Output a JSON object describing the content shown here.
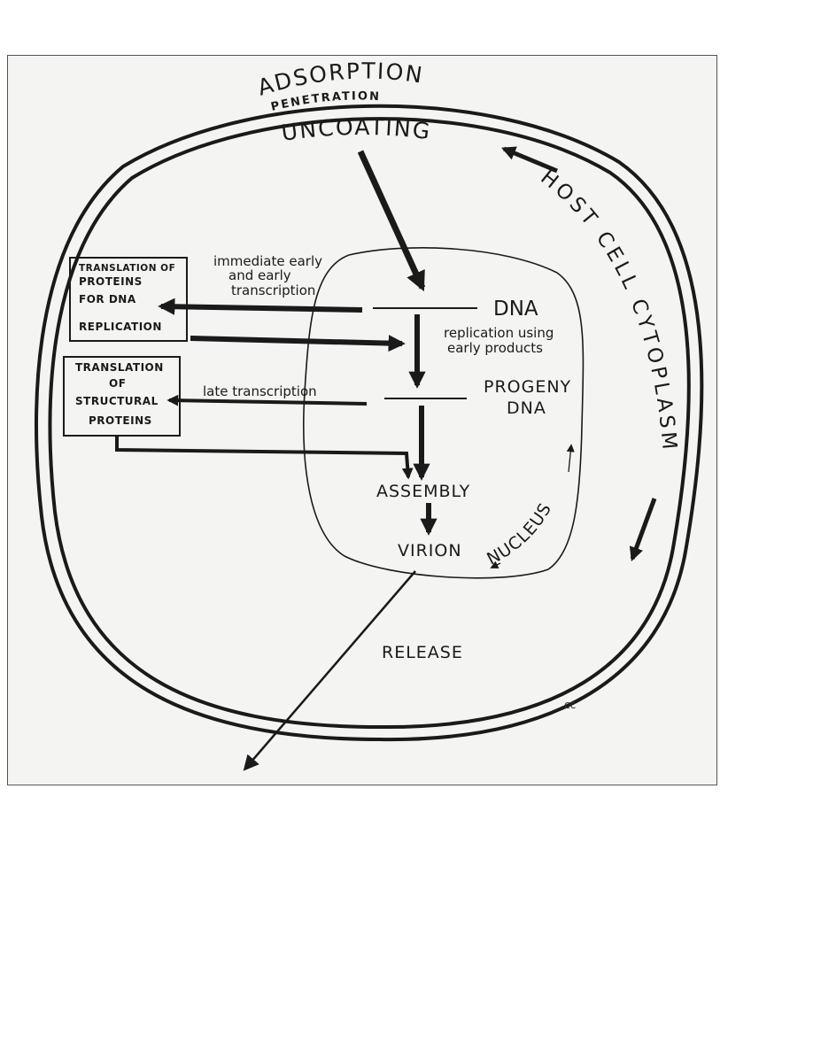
{
  "diagram": {
    "stages": {
      "adsorption": "ADSORPTION",
      "penetration": "PENETRATION",
      "uncoating": "UNCOATING",
      "assembly": "ASSEMBLY",
      "virion": "VIRION",
      "release": "RELEASE"
    },
    "regions": {
      "host_cell_cytoplasm": "HOST CELL CYTOPLASM",
      "nucleus": "NUCLEUS"
    },
    "nuclear_events": {
      "dna": "DNA",
      "replication_line1": "replication using",
      "replication_line2": "early products",
      "progeny_line1": "PROGENY",
      "progeny_line2": "DNA"
    },
    "transcription": {
      "early_line1": "immediate early",
      "early_line2": "and early",
      "early_line3": "transcription",
      "late": "late transcription"
    },
    "boxes": {
      "early_box": {
        "line1": "TRANSLATION OF",
        "line2": "PROTEINS",
        "line3": "FOR DNA",
        "line4": "REPLICATION"
      },
      "late_box": {
        "line1": "TRANSLATION",
        "line2": "OF",
        "line3": "STRUCTURAL",
        "line4": "PROTEINS"
      }
    },
    "artist_mark": "cc",
    "colors": {
      "ink": "#1a1a1a",
      "paper": "#f4f4f2",
      "page": "#ffffff"
    }
  }
}
